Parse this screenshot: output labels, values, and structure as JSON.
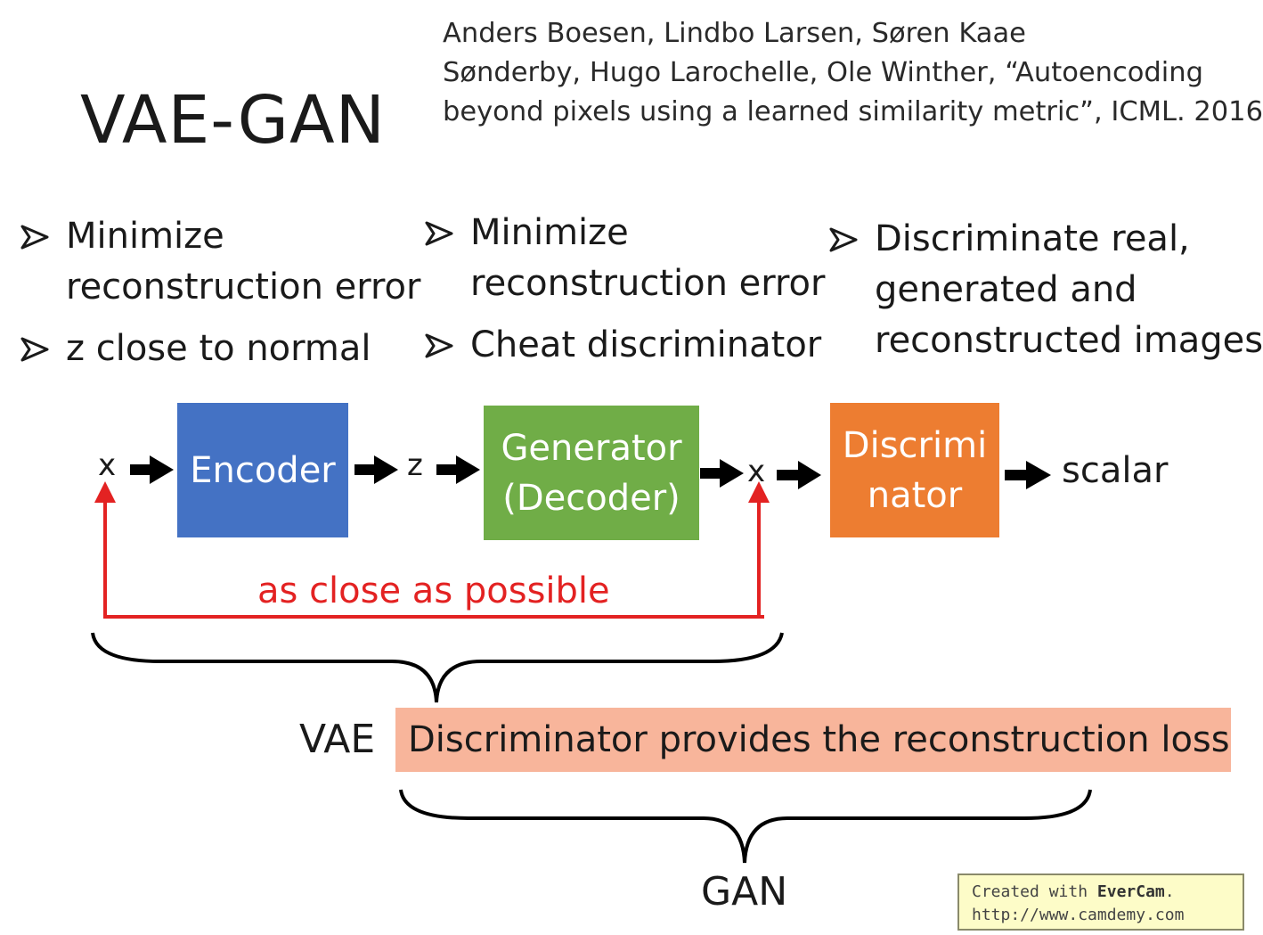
{
  "slide": {
    "title": "VAE-GAN",
    "citation": {
      "line1": "Anders Boesen, Lindbo Larsen, Søren Kaae",
      "line2": "Sønderby, Hugo Larochelle, Ole Winther, “Autoencoding",
      "line3": "beyond pixels using a learned similarity metric”, ICML. 2016"
    }
  },
  "bullets": {
    "encoder": {
      "b1_line1": "Minimize",
      "b1_line2": "reconstruction error",
      "b2": "z close to normal"
    },
    "generator": {
      "b1_line1": "Minimize",
      "b1_line2": "reconstruction error",
      "b2": "Cheat discriminator"
    },
    "discriminator": {
      "b1_line1": "Discriminate real,",
      "b1_line2": "generated and",
      "b1_line3": "reconstructed images"
    }
  },
  "flow": {
    "input_x": "x",
    "encoder_label": "Encoder",
    "latent_z": "z",
    "generator_line1": "Generator",
    "generator_line2": "(Decoder)",
    "output_x": "x",
    "discriminator_line1": "Discrimi",
    "discriminator_line2": "nator",
    "scalar": "scalar",
    "close_label": "as close as possible"
  },
  "groups": {
    "vae_label": "VAE",
    "loss_note": "Discriminator provides the reconstruction loss",
    "gan_label": "GAN"
  },
  "watermark": {
    "prefix": "Created with ",
    "brand": "EverCam",
    "suffix": ".",
    "url": "http://www.camdemy.com"
  },
  "colors": {
    "encoder": "#4472c4",
    "generator": "#70ad47",
    "discriminator": "#ed7d31",
    "loss_box": "#f8b59b",
    "red": "#e32222",
    "cursor": "#e51c1c"
  }
}
